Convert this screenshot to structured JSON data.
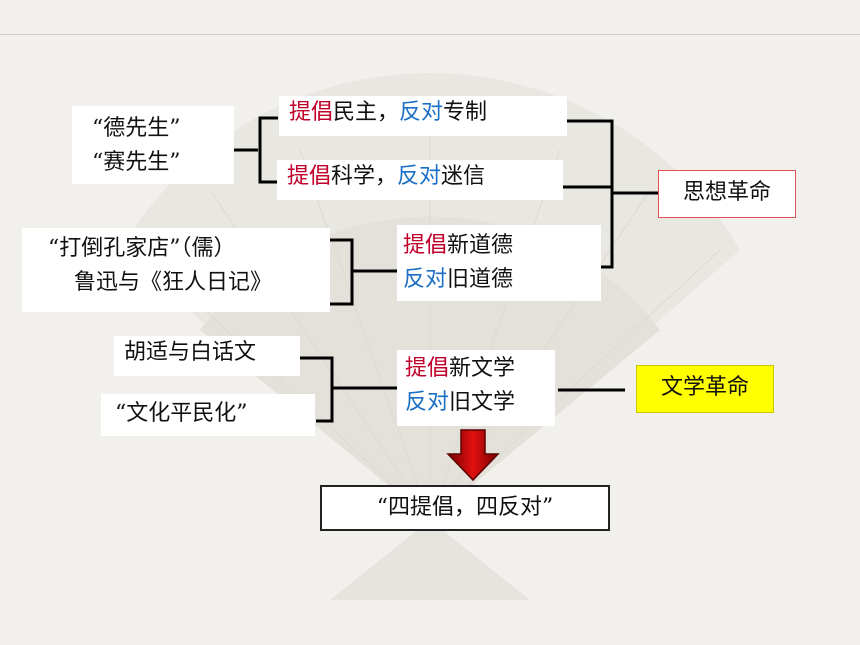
{
  "thought": {
    "mr_de": "“德先生”",
    "mr_sai": "“赛先生”",
    "row1": {
      "advocate": "提倡",
      "advocate_obj": "民主，",
      "oppose": "反对",
      "oppose_obj": "专制"
    },
    "row2": {
      "advocate": "提倡",
      "advocate_obj": "科学，",
      "oppose": "反对",
      "oppose_obj": "迷信"
    },
    "confucius_line1": "“打倒孔家店”（儒）",
    "confucius_line2": "鲁迅与《狂人日记》",
    "moral": {
      "advocate": "提倡",
      "advocate_obj": "新道德",
      "oppose": "反对",
      "oppose_obj": "旧道德"
    },
    "result": "思想革命"
  },
  "literature": {
    "hu_shi": "胡适与白话文",
    "civilian": "“文化平民化”",
    "lit": {
      "advocate": "提倡",
      "advocate_obj": "新文学",
      "oppose": "反对",
      "oppose_obj": "旧文学"
    },
    "result": "文学革命"
  },
  "summary": "“四提倡，四反对”",
  "colors": {
    "advocate": "#c0002a",
    "oppose": "#1b6fc4",
    "literature_highlight": "#ffff00",
    "thought_border": "#e05050"
  }
}
